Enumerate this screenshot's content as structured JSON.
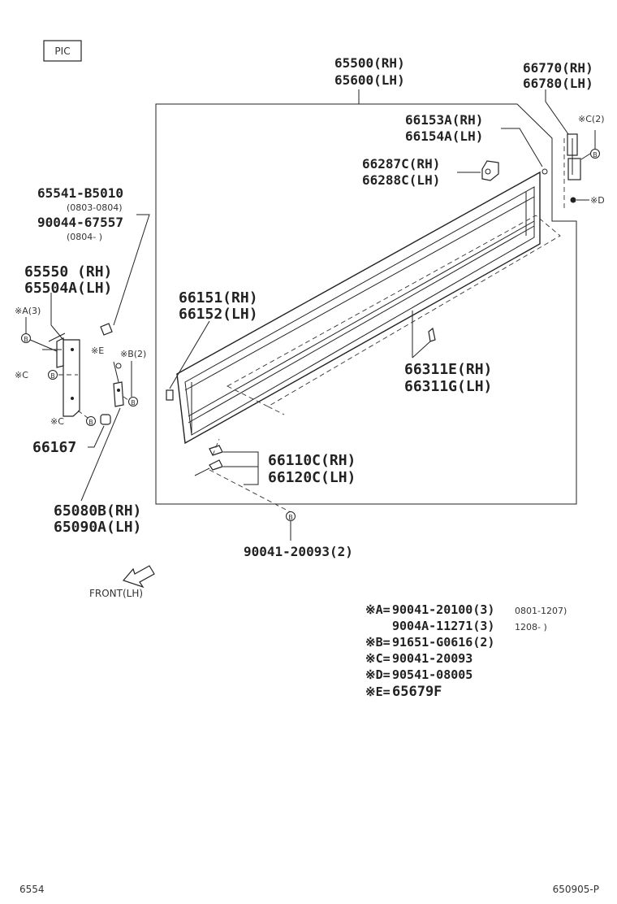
{
  "pic_label": "PIC",
  "callouts": {
    "p65500": "65500(RH)",
    "p65600": "65600(LH)",
    "p66770": "66770(RH)",
    "p66780": "66780(LH)",
    "p66153": "66153A(RH)",
    "p66154": "66154A(LH)",
    "p66287": "66287C(RH)",
    "p66288": "66288C(LH)",
    "p65541": "65541-B5010",
    "p65541_date": "(0803-0804)",
    "p90044": "90044-67557",
    "p90044_date": "(0804-      )",
    "p65550": "65550 (RH)",
    "p65504": "65504A(LH)",
    "p66151": "66151(RH)",
    "p66152": "66152(LH)",
    "p66311e": "66311E(RH)",
    "p66311g": "66311G(LH)",
    "p66167": "66167",
    "p66110": "66110C(RH)",
    "p66120": "66120C(LH)",
    "p65080": "65080B(RH)",
    "p65090": "65090A(LH)",
    "p90041_bottom": "90041-20093(2)"
  },
  "marks": {
    "c2": "※C(2)",
    "d": "※D",
    "a3": "※A(3)",
    "e": "※E",
    "b2": "※B(2)",
    "c_left": "※C",
    "c_bottom": "※C",
    "b": "B"
  },
  "front_label": "FRONT(LH)",
  "legend": [
    {
      "key": "※A=",
      "part": "90041-20100(3)",
      "note": "0801-1207)"
    },
    {
      "key": "",
      "part": "9004A-11271(3)",
      "note": "1208-      )"
    },
    {
      "key": "※B=",
      "part": "91651-G0616(2)",
      "note": ""
    },
    {
      "key": "※C=",
      "part": "90041-20093",
      "note": ""
    },
    {
      "key": "※D=",
      "part": "90541-08005",
      "note": ""
    },
    {
      "key": "※E=",
      "part": "65679F",
      "note": ""
    }
  ],
  "footer": {
    "left": "6554",
    "right": "650905-P"
  }
}
